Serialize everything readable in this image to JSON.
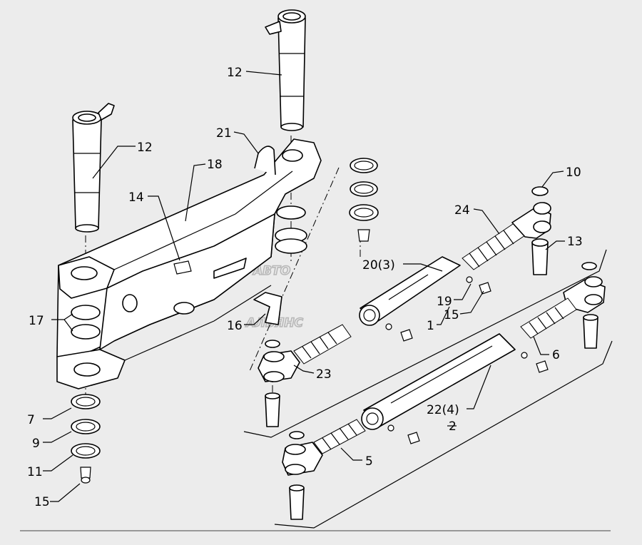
{
  "watermark": {
    "line1": "АВТО",
    "line2": "АЛЬЯНС"
  },
  "labels": [
    {
      "id": "12a",
      "text": "12"
    },
    {
      "id": "12b",
      "text": "12"
    },
    {
      "id": "21",
      "text": "21"
    },
    {
      "id": "18",
      "text": "18"
    },
    {
      "id": "14",
      "text": "14"
    },
    {
      "id": "10",
      "text": "10"
    },
    {
      "id": "24",
      "text": "24"
    },
    {
      "id": "13",
      "text": "13"
    },
    {
      "id": "20-3",
      "text": "20(3)"
    },
    {
      "id": "19",
      "text": "19"
    },
    {
      "id": "15a",
      "text": "15"
    },
    {
      "id": "1",
      "text": "1"
    },
    {
      "id": "17",
      "text": "17"
    },
    {
      "id": "16",
      "text": "16"
    },
    {
      "id": "6",
      "text": "6"
    },
    {
      "id": "23",
      "text": "23"
    },
    {
      "id": "22-4",
      "text": "22(4)"
    },
    {
      "id": "2",
      "text": "2"
    },
    {
      "id": "7",
      "text": "7"
    },
    {
      "id": "9",
      "text": "9"
    },
    {
      "id": "11",
      "text": "11"
    },
    {
      "id": "5",
      "text": "5"
    },
    {
      "id": "15b",
      "text": "15"
    }
  ]
}
